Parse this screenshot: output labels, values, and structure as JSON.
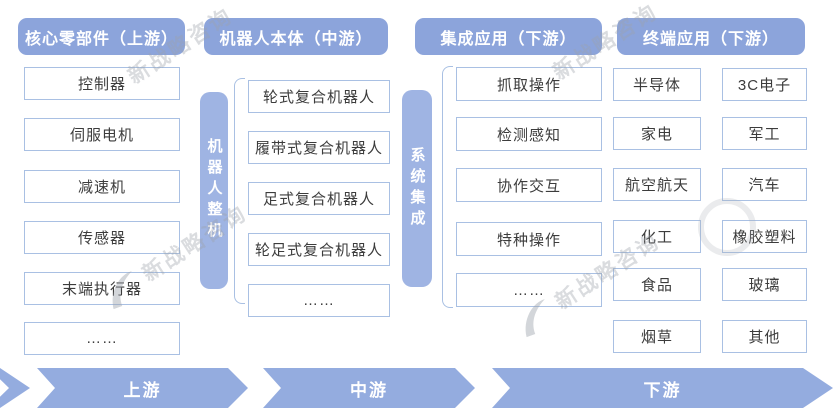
{
  "watermark": {
    "text": "新战略咨询"
  },
  "columns": [
    {
      "header": "核心零部件（上游）",
      "items": [
        "控制器",
        "伺服电机",
        "减速机",
        "传感器",
        "末端执行器",
        "……"
      ]
    },
    {
      "header": "机器人本体（中游）",
      "bar": "机器人整机",
      "items": [
        "轮式复合机器人",
        "履带式复合机器人",
        "足式复合机器人",
        "轮足式复合机器人",
        "……"
      ]
    },
    {
      "header": "集成应用（下游）",
      "bar": "系统集成",
      "items": [
        "抓取操作",
        "检测感知",
        "协作交互",
        "特种操作",
        "……"
      ]
    },
    {
      "header": "终端应用（下游）",
      "left": [
        "半导体",
        "家电",
        "航空航天",
        "化工",
        "食品",
        "烟草"
      ],
      "right": [
        "3C电子",
        "军工",
        "汽车",
        "橡胶塑料",
        "玻璃",
        "其他"
      ]
    }
  ],
  "footer": {
    "stages": [
      "上游",
      "中游",
      "下游"
    ]
  },
  "colors": {
    "header_blue": "#8ca4db",
    "bar_blue": "#9fb4e3",
    "arrow_blue": "#94acdf",
    "box_border": "#a9c0e3"
  }
}
